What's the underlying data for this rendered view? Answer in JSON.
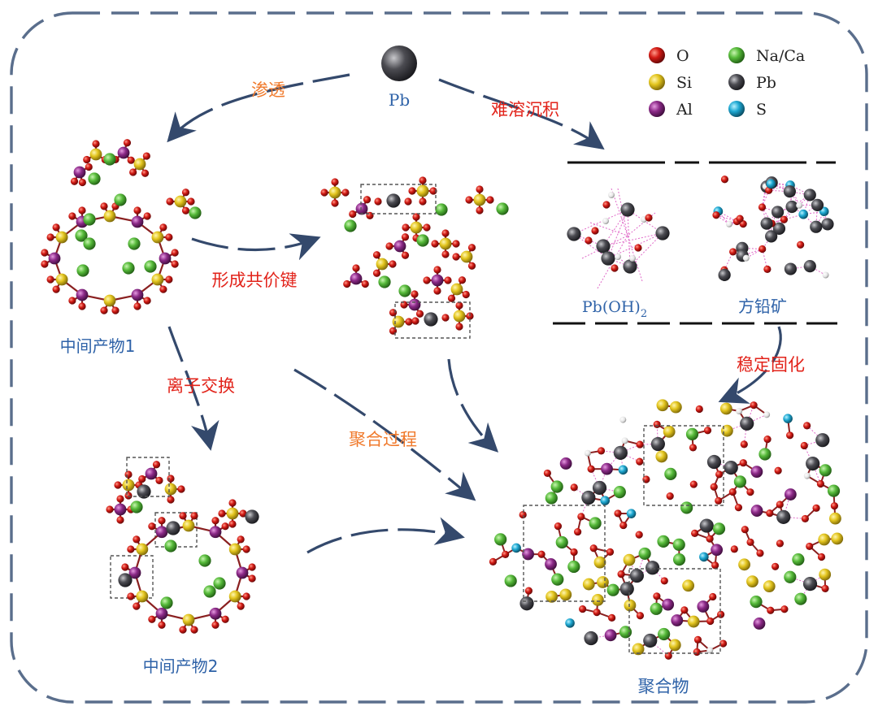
{
  "colors": {
    "O": "#c81414",
    "Si": "#e0c21c",
    "Al": "#8a2a86",
    "Na_Ca": "#54b83a",
    "Pb": "#4a4a50",
    "S": "#1ea8d2",
    "H": "#f2f2f2",
    "border": "#5a6e8c",
    "arrow": "#34496c",
    "label_red": "#e2231a",
    "label_orange": "#f07a2c",
    "label_blue": "#2e62a8",
    "dashed_box": "#555555",
    "h_bond": "#e06ac8"
  },
  "icons": {
    "legend": "atom-ball-icon",
    "arrow": "arrowhead-icon"
  },
  "legend": {
    "items": [
      {
        "key": "O",
        "label": "O"
      },
      {
        "key": "Si",
        "label": "Si"
      },
      {
        "key": "Al",
        "label": "Al"
      },
      {
        "key": "Na_Ca",
        "label": "Na/Ca"
      },
      {
        "key": "Pb",
        "label": "Pb"
      },
      {
        "key": "S",
        "label": "S"
      }
    ]
  },
  "labels": {
    "pb": "Pb",
    "permeation": "渗透",
    "precipitation": "难溶沉积",
    "covalent": "形成共价键",
    "intermediate1": "中间产物1",
    "ion_exchange": "离子交换",
    "polymerization": "聚合过程",
    "intermediate2": "中间产物2",
    "pboh2_main": "Pb(OH)",
    "pboh2_sub": "2",
    "galena": "方铅矿",
    "stabilize": "稳定固化",
    "polymer": "聚合物"
  }
}
